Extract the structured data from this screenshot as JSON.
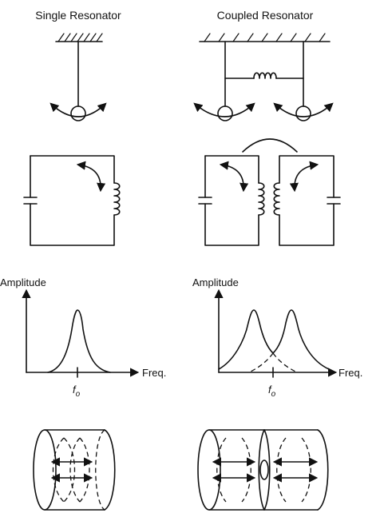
{
  "titles": {
    "single": "Single Resonator",
    "coupled": "Coupled Resonator"
  },
  "plot_left": {
    "ylabel": "Amplitude",
    "xlabel": "Freq.",
    "tick": "f",
    "tick_sub": "o"
  },
  "plot_right": {
    "ylabel": "Amplitude",
    "xlabel": "Freq.",
    "tick": "f",
    "tick_sub": "o"
  }
}
